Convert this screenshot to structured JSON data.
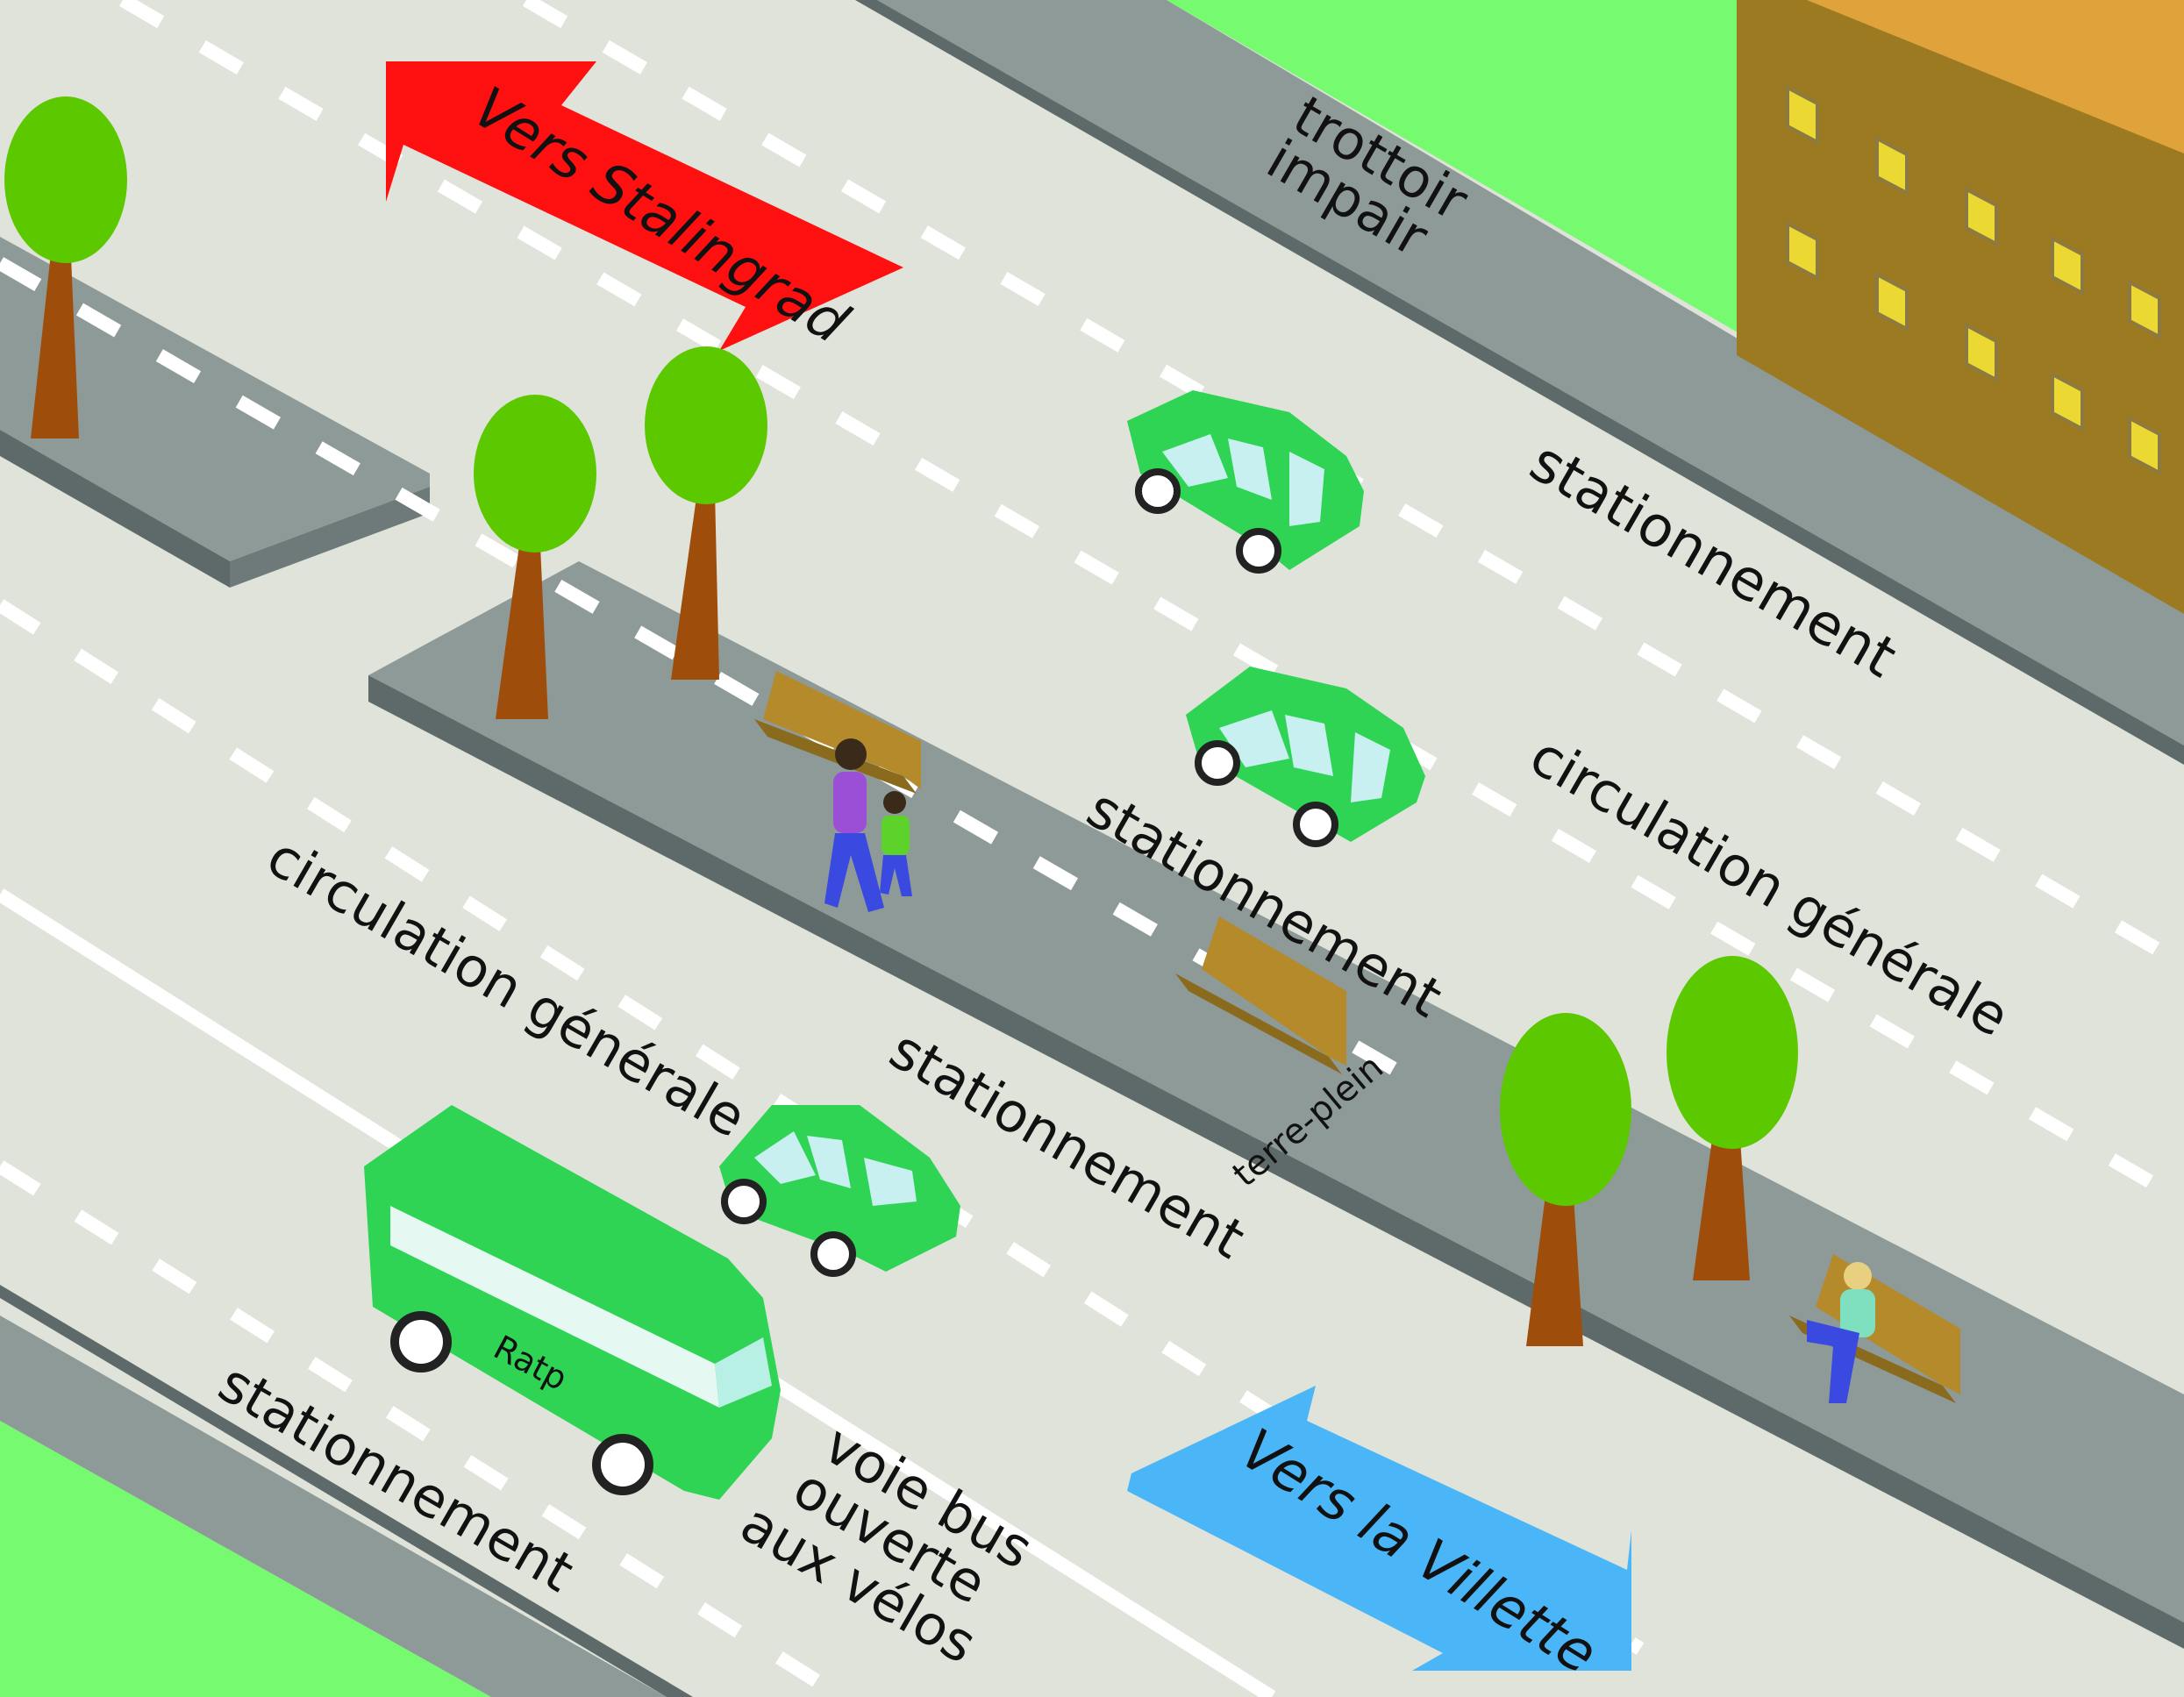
{
  "colors": {
    "grass": "#76fa6f",
    "road": "#dfe3d9",
    "sidewalk": "#8e9a98",
    "curb": "#5e6a69",
    "building": "#9b7a21",
    "building_roof": "#e0a23a",
    "window": "#ecd832",
    "tree_foliage": "#5cc800",
    "tree_trunk": "#9e4e0a",
    "vehicle": "#2fd454",
    "arrow_stalingrad": "#ff1010",
    "arrow_villette": "#4bb6f7",
    "bench": "#b48a2b"
  },
  "arrows": {
    "stalingrad": "Vers Stalingrad",
    "villette": "Vers la Villette"
  },
  "labels": {
    "trottoir_line1": "trottoir",
    "trottoir_line2": "impair",
    "stationnement_top_right": "stationnement",
    "circulation_right": "circulation générale",
    "stationnement_median_upper": "stationnement",
    "circulation_left": "circulation générale",
    "stationnement_median_lower": "stationnement",
    "terre_plein": "terre-plein",
    "stationnement_bottom_left": "stationnement",
    "voie_bus_line1": "voie bus",
    "voie_bus_line2": "ouverte",
    "voie_bus_line3": "aux vélos"
  },
  "bus": {
    "brand": "Ratp"
  }
}
